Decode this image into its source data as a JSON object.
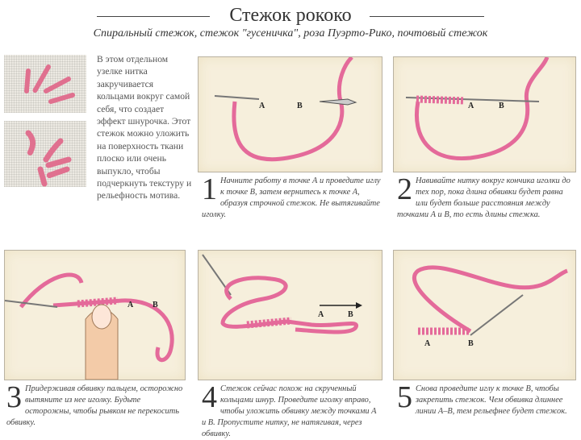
{
  "header": {
    "title": "Стежок рококо",
    "subtitle": "Спиральный стежок, стежок \"гусеничка\", роза Пуэрто-Рико, почтовый стежок"
  },
  "intro": "В этом отдельном узелке нитка закручивается кольцами вокруг самой себя, что создает эффект шнурочка. Этот стежок можно уложить на поверхность ткани плоско или очень выпукло, чтобы подчеркнуть текстуру и рельефность мотива.",
  "labels": {
    "a": "A",
    "b": "B"
  },
  "steps": [
    {
      "number": "1",
      "text": "Начните работу в точке А и проведите иглу к точке В, затем вернитесь к точке А, образуя строчной стежок. Не вытягивайте иголку."
    },
    {
      "number": "2",
      "text": "Навивайте нитку вокруг кончика иголки до тех пор, пока длина обвивки будет равна или будет больше расстояния между точками А и В, то есть длины стежка."
    },
    {
      "number": "3",
      "text": "Придерживая обвивку пальцем, осторожно вытяните из нее иголку. Будьте осторожны, чтобы рывком не перекосить обвивку."
    },
    {
      "number": "4",
      "text": "Стежок сейчас похож на скрученный кольцами шнур. Проведите иголку вправо, чтобы уложить обвивку между точками А и В. Пропустите нитку, не натягивая, через обвивку."
    },
    {
      "number": "5",
      "text": "Снова проведите иглу к точке В, чтобы закрепить стежок. Чем обвивка длиннее линии А–В, тем рельефнее будет стежок."
    }
  ],
  "colors": {
    "thread": "#e46a9a",
    "panel": "#f6efdc"
  }
}
